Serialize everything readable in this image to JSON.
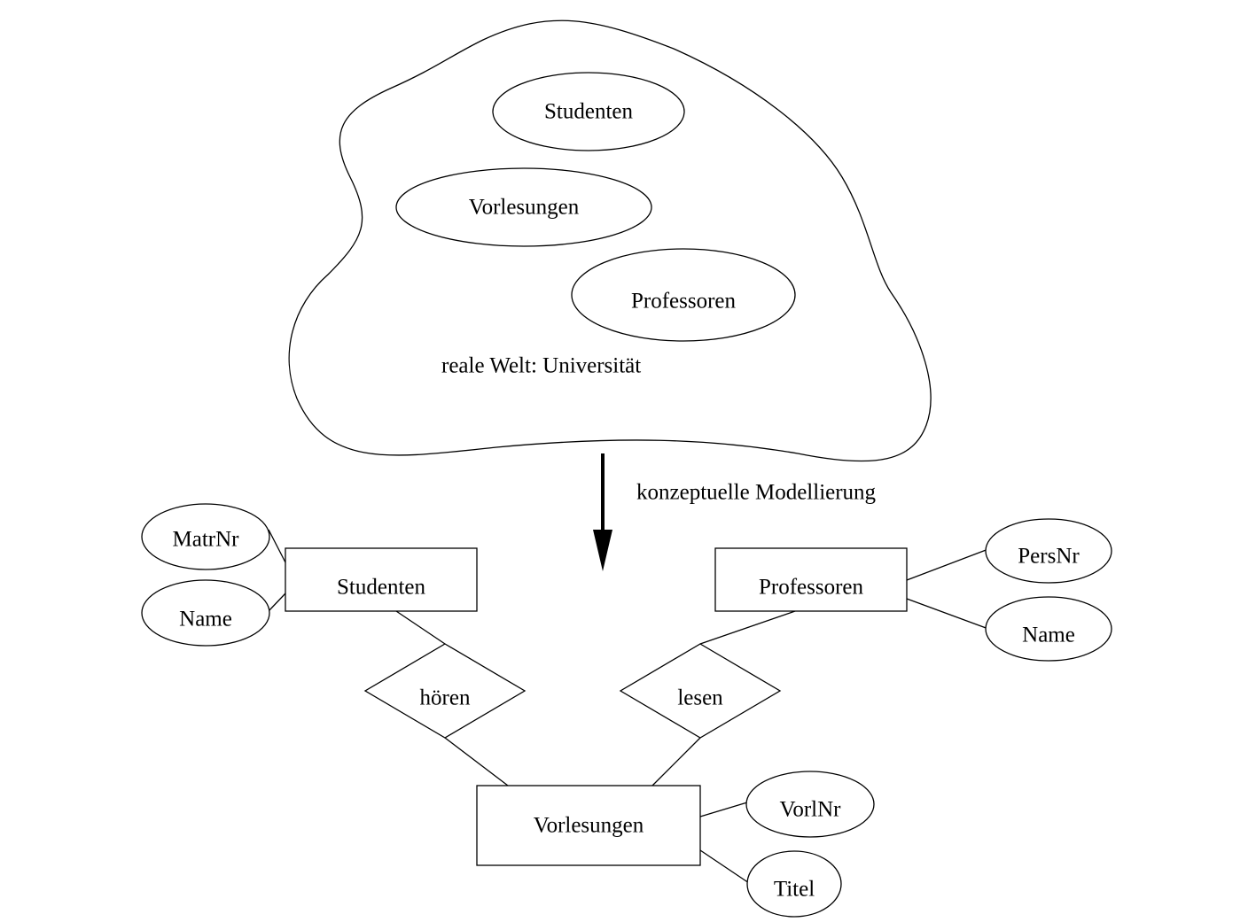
{
  "real_world": {
    "label": "reale Welt: Universität",
    "concepts": {
      "studenten": "Studenten",
      "vorlesungen": "Vorlesungen",
      "professoren": "Professoren"
    }
  },
  "transformation": {
    "label": "konzeptuelle Modellierung"
  },
  "er_model": {
    "entities": {
      "studenten": "Studenten",
      "professoren": "Professoren",
      "vorlesungen": "Vorlesungen"
    },
    "relationships": {
      "hoeren": "hören",
      "lesen": "lesen"
    },
    "attributes": {
      "studenten_matrnr": "MatrNr",
      "studenten_name": "Name",
      "professoren_persnr": "PersNr",
      "professoren_name": "Name",
      "vorlesungen_vorlnr": "VorlNr",
      "vorlesungen_titel": "Titel"
    }
  },
  "colors": {
    "stroke": "#000000",
    "background": "#ffffff"
  }
}
